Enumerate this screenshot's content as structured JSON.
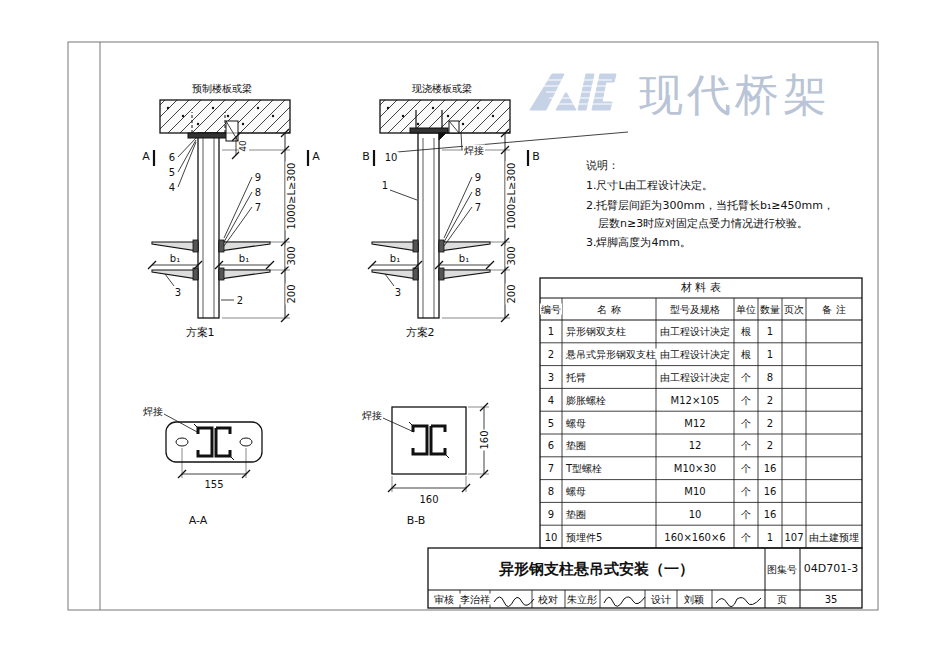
{
  "diagram": {
    "title": "异形钢支柱悬吊式安装（一）",
    "labels": [
      "现代桥架",
      "预制楼板或梁",
      "A",
      "A",
      "6",
      "5",
      "4",
      "40",
      "9",
      "8",
      "7",
      "1000≥L≥300",
      "300",
      "200",
      "b₁",
      "b₁",
      "3",
      "2",
      "方案1",
      "现浇楼板或梁",
      "B",
      "B",
      "10",
      "焊接",
      "1",
      "9",
      "8",
      "7",
      "1000≥L≥300",
      "300",
      "200",
      "b₁",
      "b₁",
      "3",
      "方案2",
      "焊接",
      "155",
      "A-A",
      "焊接",
      "160",
      "160",
      "B-B",
      "说明：",
      "1.尺寸L由工程设计决定。",
      "2.托臂层间距为300mm，当托臂长b₁≥450mm，",
      "层数n≥3时应对固定点受力情况进行校验。",
      "3.焊脚高度为4mm。",
      "材 料 表",
      "编号",
      "名  称",
      "型号及规格",
      "单位",
      "数量",
      "页次",
      "备  注",
      "1",
      "异形钢双支柱",
      "由工程设计决定",
      "根",
      "1",
      "2",
      "悬吊式异形钢双支柱",
      "由工程设计决定",
      "根",
      "1",
      "3",
      "托臂",
      "由工程设计决定",
      "个",
      "8",
      "4",
      "膨胀螺栓",
      "M12×105",
      "个",
      "2",
      "5",
      "螺母",
      "M12",
      "个",
      "2",
      "6",
      "垫圈",
      "12",
      "个",
      "2",
      "7",
      "T型螺栓",
      "M10×30",
      "个",
      "16",
      "8",
      "螺母",
      "M10",
      "个",
      "16",
      "9",
      "垫圈",
      "10",
      "个",
      "16",
      "10",
      "预埋件5",
      "160×160×6",
      "个",
      "1",
      "107",
      "由土建预埋",
      "图集号",
      "04D701-3",
      "审核",
      "李治祥",
      "校对",
      "朱立彤",
      "设计",
      "刘颖",
      "页",
      "35"
    ]
  }
}
